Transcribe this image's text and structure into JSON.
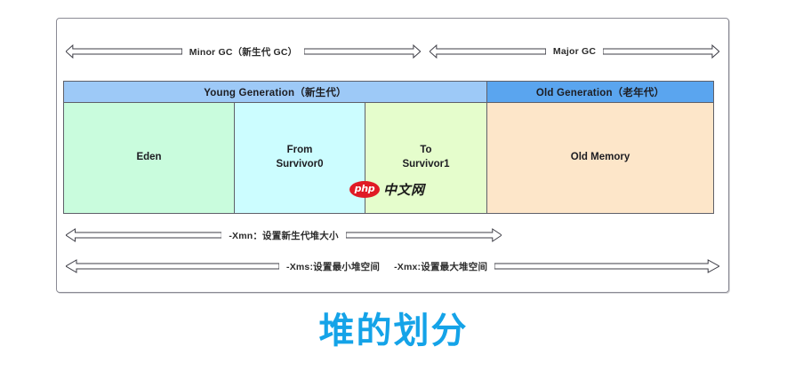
{
  "diagram": {
    "gc_row": {
      "minor_label": "Minor GC（新生代 GC）",
      "major_label": "Major GC"
    },
    "generations": [
      {
        "label": "Young Generation（新生代）",
        "color": "#9dc9f7"
      },
      {
        "label": "Old Generation（老年代）",
        "color": "#5aa5ef"
      }
    ],
    "regions": [
      {
        "name": "Eden",
        "line1": "Eden",
        "line2": "",
        "color": "#c9fcdd"
      },
      {
        "name": "from-survivor0",
        "line1": "From",
        "line2": "Survivor0",
        "color": "#ccfdff"
      },
      {
        "name": "to-survivor1",
        "line1": "To",
        "line2": "Survivor1",
        "color": "#e5fdcc"
      },
      {
        "name": "old-memory",
        "line1": "Old Memory",
        "line2": "",
        "color": "#fde6c9"
      }
    ],
    "xmn_row": {
      "label": "-Xmn：设置新生代堆大小"
    },
    "xms_row": {
      "min_label": "-Xms:设置最小堆空间",
      "max_label": "-Xmx:设置最大堆空间"
    },
    "watermark": {
      "badge": "php",
      "text": "中文网"
    }
  },
  "title": "堆的划分",
  "colors": {
    "title": "#14a3e8",
    "border": "#5f6069",
    "frame_border": "#8a8a94",
    "arrow_stroke": "#3d3d46",
    "badge_red": "#e01a25"
  }
}
